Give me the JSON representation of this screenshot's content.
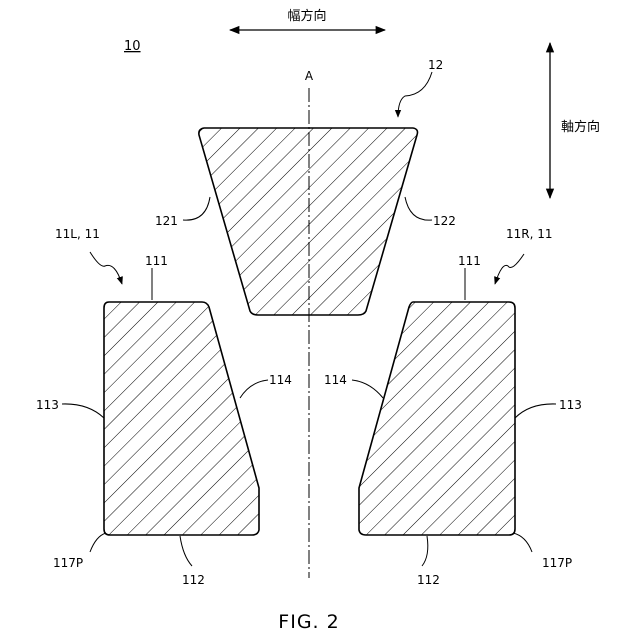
{
  "figure": {
    "caption": "FIG. 2",
    "assembly_ref": "10",
    "width_direction": "幅方向",
    "axial_direction": "軸方向",
    "axis_label": "A"
  },
  "center_piece": {
    "ref": "12",
    "left_side_ref": "121",
    "right_side_ref": "122"
  },
  "left_piece": {
    "ref": "11L, 11",
    "top_ref": "111",
    "bottom_ref": "112",
    "outer_side_ref": "113",
    "inner_side_ref": "114",
    "corner_ref": "117P"
  },
  "right_piece": {
    "ref": "11R, 11",
    "top_ref": "111",
    "bottom_ref": "112",
    "outer_side_ref": "113",
    "inner_side_ref": "114",
    "corner_ref": "117P"
  }
}
